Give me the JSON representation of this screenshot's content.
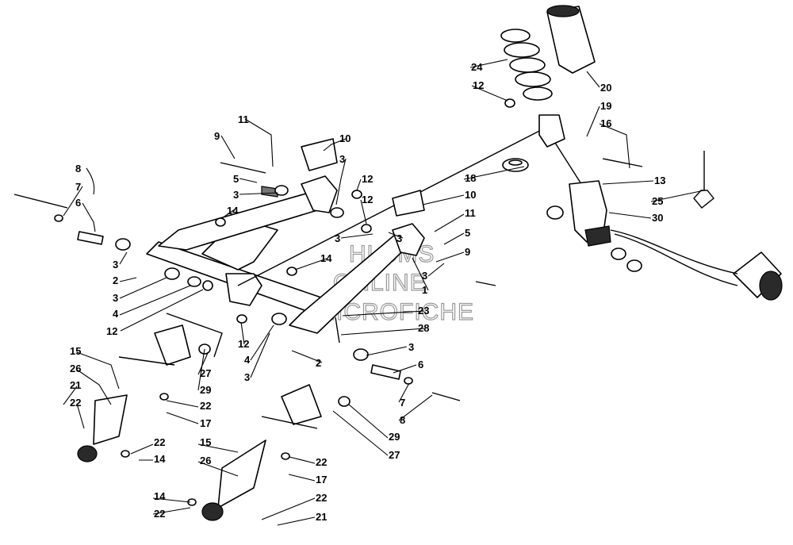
{
  "diagram": {
    "watermark": [
      "HLSMS",
      "ONLINE",
      "MICROFICHE"
    ],
    "callouts": [
      "1",
      "2",
      "2",
      "3",
      "3",
      "3",
      "3",
      "3",
      "3",
      "3",
      "3",
      "3",
      "4",
      "4",
      "5",
      "5",
      "6",
      "6",
      "7",
      "7",
      "8",
      "8",
      "9",
      "9",
      "10",
      "10",
      "11",
      "11",
      "12",
      "12",
      "12",
      "12",
      "12",
      "13",
      "14",
      "14",
      "14",
      "14",
      "15",
      "15",
      "16",
      "17",
      "17",
      "18",
      "19",
      "20",
      "21",
      "21",
      "22",
      "22",
      "22",
      "22",
      "22",
      "22",
      "23",
      "24",
      "25",
      "26",
      "26",
      "27",
      "27",
      "28",
      "29",
      "29",
      "30"
    ]
  }
}
